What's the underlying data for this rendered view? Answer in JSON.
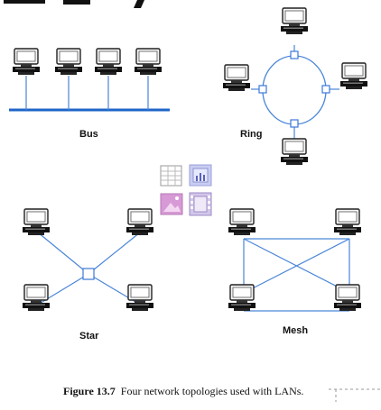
{
  "colors": {
    "link": "#4a86d8",
    "bus": "#1f66c9",
    "node": "#3c78d8",
    "computer": "#222222"
  },
  "labels": {
    "bus": "Bus",
    "ring": "Ring",
    "star": "Star",
    "mesh": "Mesh"
  },
  "caption": {
    "figure": "Figure 13.7",
    "text": "Four network topologies used with LANs."
  },
  "icons": [
    "table-icon",
    "chart-icon",
    "image-icon",
    "film-icon"
  ]
}
